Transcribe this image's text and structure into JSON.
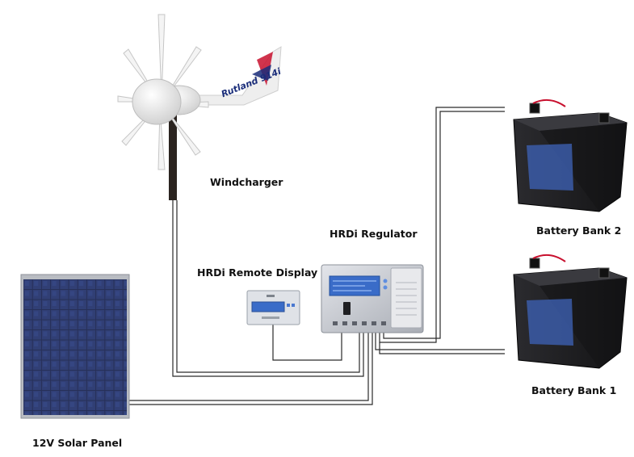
{
  "labels": {
    "windcharger": "Windcharger",
    "regulator": "HRDi Regulator",
    "remote_display": "HRDi Remote Display",
    "battery_bank_2": "Battery Bank 2",
    "battery_bank_1": "Battery Bank 1",
    "solar_panel": "12V Solar Panel"
  },
  "turbine_brand": "Rutland 914i",
  "colors": {
    "wire": "#2a2a2a",
    "battery_case": "#1d1d1f",
    "battery_label": "#3b5ca8",
    "solar_cell": "#1b2448",
    "regulator_body": "#c9ccd2",
    "lcd": "#3a6cc8",
    "turbine": "#f2f2f2"
  }
}
